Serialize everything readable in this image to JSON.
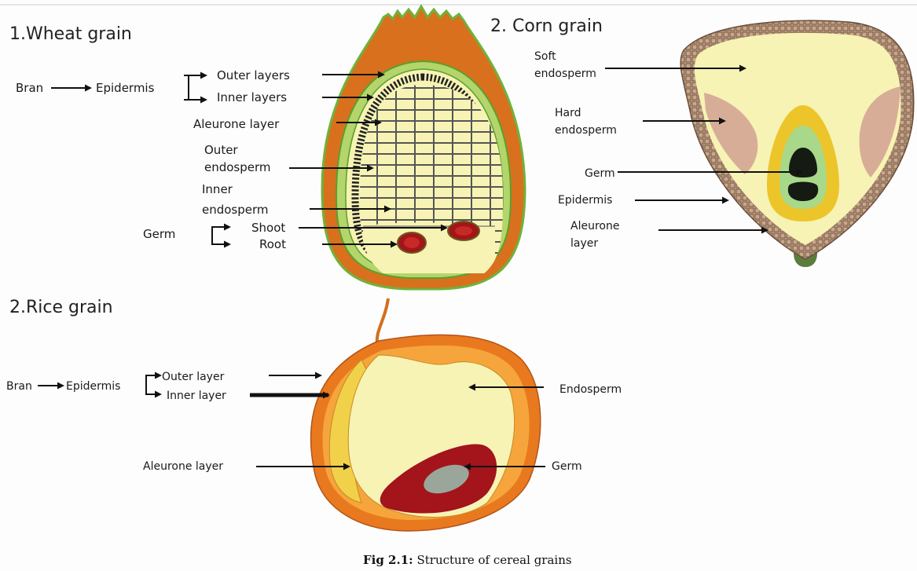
{
  "wheat": {
    "title": "1.Wheat grain",
    "bran": "Bran",
    "epidermis": "Epidermis",
    "outer_layers": "Outer layers",
    "inner_layers": "Inner layers",
    "aleurone_layer": "Aleurone layer",
    "outer_endosperm_1": "Outer",
    "outer_endosperm_2": "endosperm",
    "inner_endosperm_1": "Inner",
    "inner_endosperm_2": "endosperm",
    "germ": "Germ",
    "shoot": "Shoot",
    "root": "Root"
  },
  "corn": {
    "title": "2. Corn grain",
    "soft_endosperm_1": "Soft",
    "soft_endosperm_2": "endosperm",
    "hard_endosperm_1": "Hard",
    "hard_endosperm_2": "endosperm",
    "germ": "Germ",
    "epidermis": "Epidermis",
    "aleurone_1": "Aleurone",
    "aleurone_2": "layer"
  },
  "rice": {
    "title": "2.Rice grain",
    "bran": "Bran",
    "epidermis": "Epidermis",
    "outer_layer": "Outer layer",
    "inner_layer": "Inner layer",
    "aleurone_layer": "Aleurone layer",
    "endosperm": "Endosperm",
    "germ": "Germ"
  },
  "caption": {
    "prefix": "Fig 2.1:",
    "text": " Structure of cereal grains"
  },
  "colors": {
    "wheat_husk": "#d9701e",
    "wheat_green": "#7dbf3a",
    "endosperm": "#f7f3b4",
    "germ_red": "#a3141b",
    "corn_hull": "#c9a78c",
    "corn_hard": "#d7ad98",
    "corn_germ_yellow": "#ecc52a",
    "rice_orange": "#e9791e",
    "rice_yellow": "#f1d14a"
  }
}
